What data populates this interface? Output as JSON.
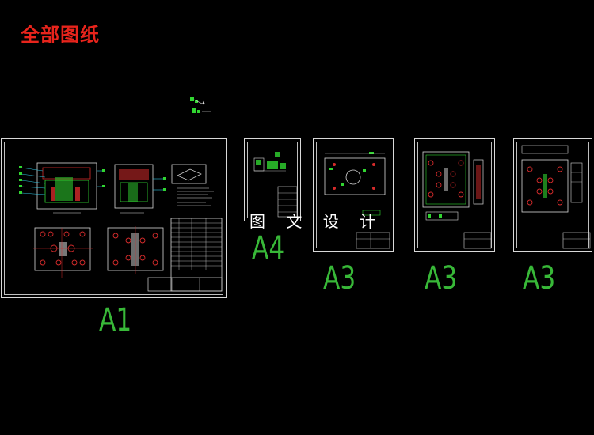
{
  "title": "全部图纸",
  "watermark": "图 文 设 计",
  "colors": {
    "background": "#000000",
    "title": "#e8241c",
    "label": "#38b838",
    "line": "#d8d8d8",
    "accent_green": "#31d631",
    "accent_red": "#d62b2b",
    "accent_cyan": "#2fc4e0",
    "watermark": "#ffffff"
  },
  "sheets": [
    {
      "id": "a1",
      "label": "A1"
    },
    {
      "id": "a4",
      "label": "A4"
    },
    {
      "id": "a3-1",
      "label": "A3"
    },
    {
      "id": "a3-2",
      "label": "A3"
    },
    {
      "id": "a3-3",
      "label": "A3"
    }
  ]
}
